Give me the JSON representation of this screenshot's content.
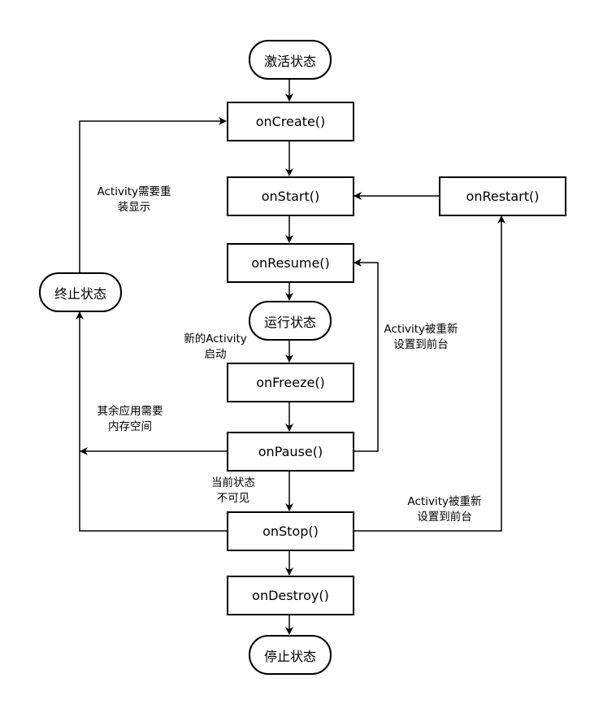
{
  "nodes": {
    "activate_state": "激活状态",
    "on_create": "onCreate()",
    "on_start": "onStart()",
    "on_restart": "onRestart()",
    "on_resume": "onResume()",
    "running_state": "运行状态",
    "on_freeze": "onFreeze()",
    "on_pause": "onPause()",
    "on_stop": "onStop()",
    "on_destroy": "onDestroy()",
    "stopped_state": "停止状态",
    "terminated_state": "终止状态"
  },
  "labels": {
    "redisplay": [
      "Activity需要重",
      "装显示"
    ],
    "resume_front": [
      "Activity被重新",
      "设置到前台"
    ],
    "new_activity": [
      "新的Activity",
      "启动"
    ],
    "memory_needed": [
      "其余应用需要",
      "内存空间"
    ],
    "invisible": [
      "当前状态",
      "不可见"
    ],
    "restart_front": [
      "Activity被重新",
      "设置到前台"
    ]
  },
  "colors": {
    "line": "#000000",
    "background": "#ffffff"
  }
}
